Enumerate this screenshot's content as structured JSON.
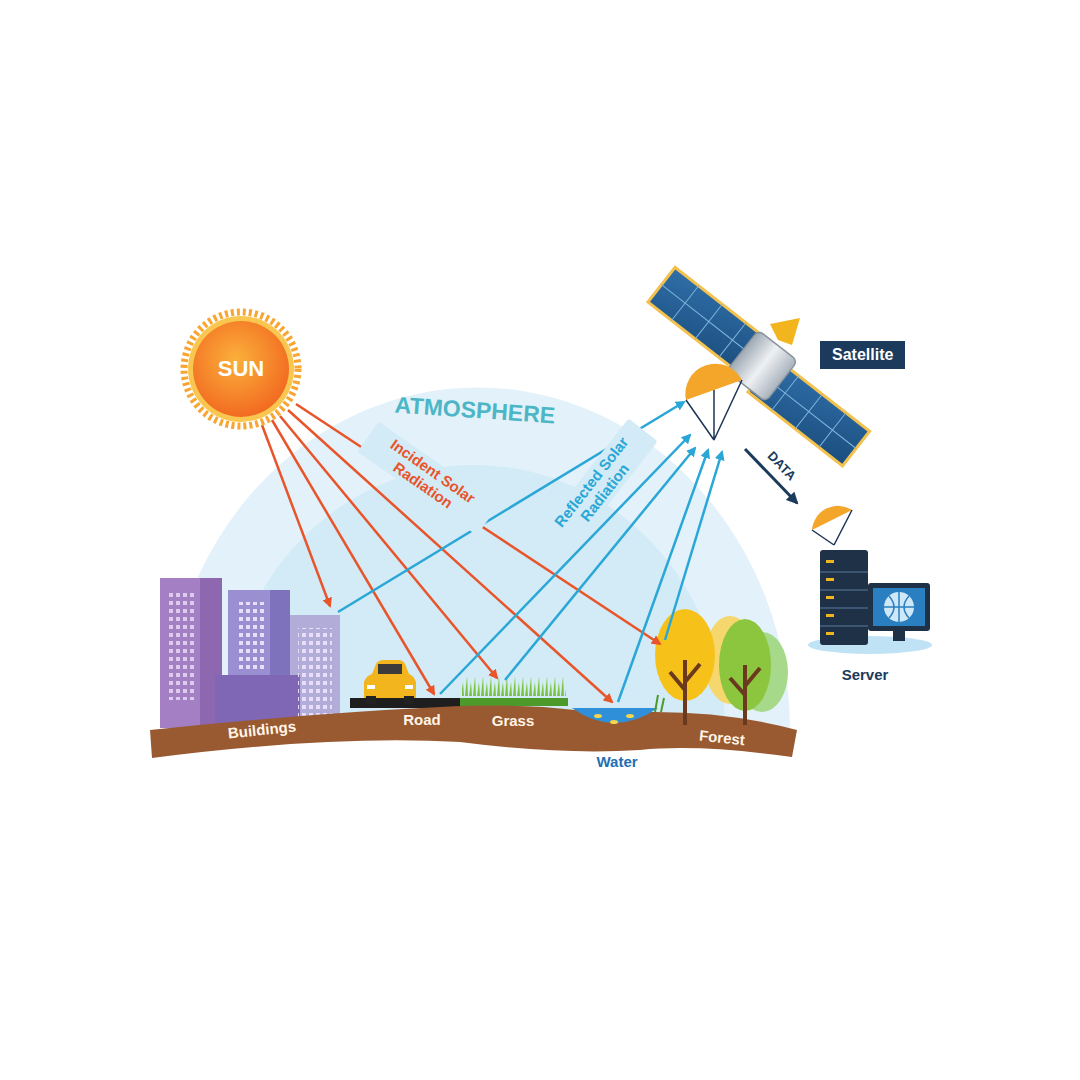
{
  "diagram": {
    "nodes": [
      {
        "text": [
          "SUN"
        ]
      },
      {
        "text": [
          "Satellite"
        ]
      },
      {
        "text": [
          "Server"
        ]
      }
    ],
    "edges": [
      {
        "from": 1,
        "to": 2,
        "label": "DATA",
        "arrow": "to"
      }
    ],
    "labels": [
      "ATMOSPHERE",
      "Incident Solar Radiation",
      "Reflected Solar Radiation",
      "Buildings",
      "Road",
      "Grass",
      "Water",
      "Forest"
    ]
  }
}
